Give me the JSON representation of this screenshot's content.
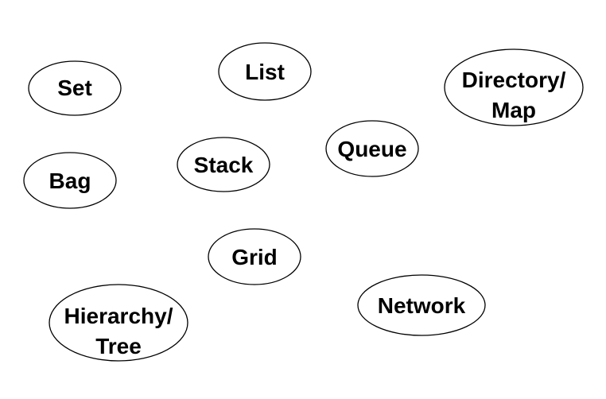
{
  "diagram": {
    "nodes": {
      "set": {
        "label": "Set"
      },
      "list": {
        "label": "List"
      },
      "directory": {
        "line1": "Directory/",
        "line2": "Map"
      },
      "bag": {
        "label": "Bag"
      },
      "stack": {
        "label": "Stack"
      },
      "queue": {
        "label": "Queue"
      },
      "grid": {
        "label": "Grid"
      },
      "hierarchy": {
        "line1": "Hierarchy/",
        "line2": "Tree"
      },
      "network": {
        "label": "Network"
      }
    }
  }
}
